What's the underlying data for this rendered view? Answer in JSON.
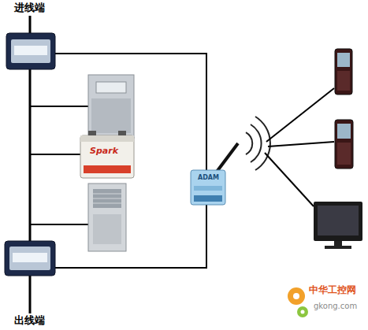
{
  "diagram": {
    "labels": [
      "进线端",
      "出线端",
      "Spark",
      "ADAM",
      "中华工控网",
      "gkong.com"
    ]
  }
}
